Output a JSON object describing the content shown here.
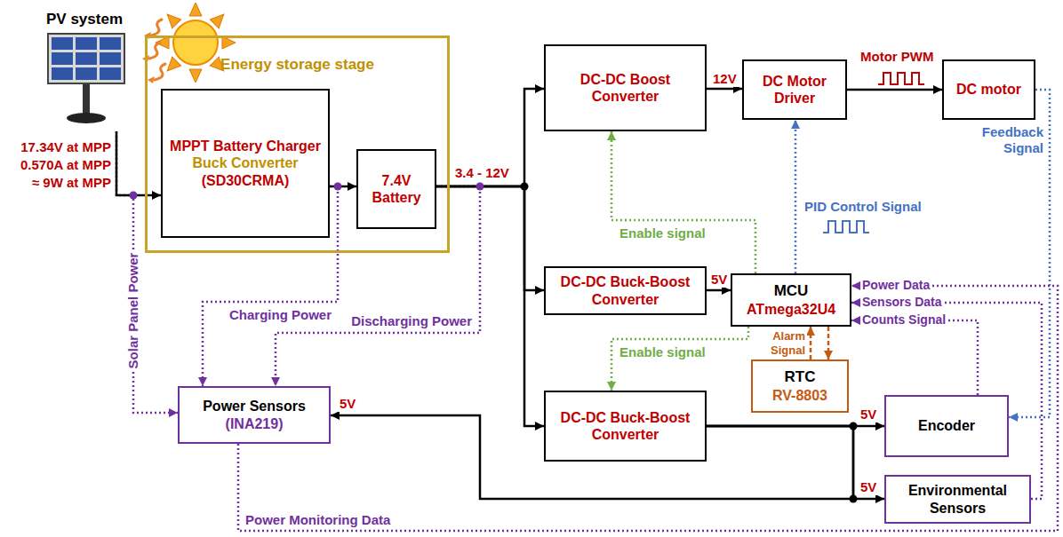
{
  "diagram": {
    "nodes": [
      {
        "text": [
          "PV system"
        ]
      },
      {
        "text": [
          "Energy storage stage"
        ]
      },
      {
        "text": [
          "MPPT Battery Charger",
          "Buck Converter",
          "(SD30CRMA)"
        ],
        "in": 1
      },
      {
        "text": [
          "7.4V Battery"
        ],
        "in": 1
      },
      {
        "text": [
          "DC-DC Boost Converter"
        ]
      },
      {
        "text": [
          "DC Motor Driver"
        ]
      },
      {
        "text": [
          "DC motor"
        ]
      },
      {
        "text": [
          "DC-DC Buck-Boost Converter"
        ]
      },
      {
        "text": [
          "MCU",
          "ATmega32U4"
        ]
      },
      {
        "text": [
          "RTC",
          "RV-8803"
        ]
      },
      {
        "text": [
          "Power Sensors",
          "(INA219)"
        ]
      },
      {
        "text": [
          "DC-DC Buck-Boost Converter"
        ]
      },
      {
        "text": [
          "Encoder"
        ]
      },
      {
        "text": [
          "Environmental Sensors"
        ]
      }
    ],
    "edges": [
      {
        "from": 0,
        "to": 2,
        "arrow": "to"
      },
      {
        "from": 2,
        "to": 3,
        "arrow": "to"
      },
      {
        "from": 3,
        "to": 4,
        "arrow": "to"
      },
      {
        "from": 3,
        "to": 7,
        "arrow": "to"
      },
      {
        "from": 3,
        "to": 11,
        "arrow": "to"
      },
      {
        "from": 4,
        "to": 5,
        "label": "12V",
        "arrow": "to"
      },
      {
        "from": 5,
        "to": 6,
        "label": "Motor PWM",
        "arrow": "to"
      },
      {
        "from": 6,
        "to": 12,
        "label": "Feedback Signal",
        "arrow": "to"
      },
      {
        "from": 8,
        "to": 4,
        "label": "Enable signal",
        "arrow": "to"
      },
      {
        "from": 8,
        "to": 5,
        "label": "PID Control Signal",
        "arrow": "to"
      },
      {
        "from": 7,
        "to": 8,
        "label": "5V",
        "arrow": "to"
      },
      {
        "from": 8,
        "to": 11,
        "label": "Enable signal",
        "arrow": "to"
      },
      {
        "from": 9,
        "to": 8,
        "arrow": "to"
      },
      {
        "from": 8,
        "to": 9,
        "arrow": "to"
      },
      {
        "from": 11,
        "to": 12,
        "label": "5V",
        "arrow": "to"
      },
      {
        "from": 11,
        "to": 13,
        "label": "5V",
        "arrow": "to"
      },
      {
        "from": 11,
        "to": 10,
        "label": "5V",
        "arrow": "to"
      },
      {
        "from": 12,
        "to": 8,
        "label": "Counts Signal",
        "arrow": "to"
      },
      {
        "from": 13,
        "to": 8,
        "label": "Sensors Data",
        "arrow": "to"
      },
      {
        "from": 10,
        "to": 8,
        "label": "Power Monitoring Data",
        "arrow": "to"
      },
      {
        "from": 0,
        "to": 10,
        "label": "Solar Panel Power",
        "arrow": "to"
      },
      {
        "from": 2,
        "to": 10,
        "label": "Charging Power",
        "arrow": "to"
      },
      {
        "from": 3,
        "to": 10,
        "label": "Discharging Power",
        "arrow": "to"
      }
    ],
    "labels": [
      "17.34V at MPP",
      "0.570A at MPP",
      "≈ 9W at MPP",
      "3.4 - 12V",
      "Alarm Signal",
      "Power Data"
    ]
  }
}
